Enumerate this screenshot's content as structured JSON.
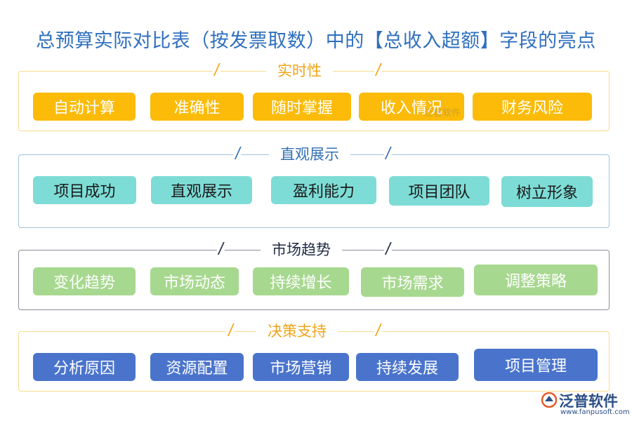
{
  "title": "总预算实际对比表（按发票取数）中的【总收入超额】字段的亮点",
  "groups": [
    {
      "title": "实时性",
      "items": [
        "自动计算",
        "准确性",
        "随时掌握",
        "收入情况",
        "财务风险"
      ],
      "accent": "#fbbb08"
    },
    {
      "title": "直观展示",
      "items": [
        "项目成功",
        "直观展示",
        "盈利能力",
        "项目团队",
        "树立形象"
      ],
      "accent": "#7edcd6"
    },
    {
      "title": "市场趋势",
      "items": [
        "变化趋势",
        "市场动态",
        "持续增长",
        "市场需求",
        "调整策略"
      ],
      "accent": "#a7d88f"
    },
    {
      "title": "决策支持",
      "items": [
        "分析原因",
        "资源配置",
        "市场营销",
        "持续发展",
        "项目管理"
      ],
      "accent": "#4a74cc"
    }
  ],
  "watermark": "泛普软件",
  "logo": {
    "name": "泛普软件",
    "url": "www.fanpusoft.com"
  }
}
